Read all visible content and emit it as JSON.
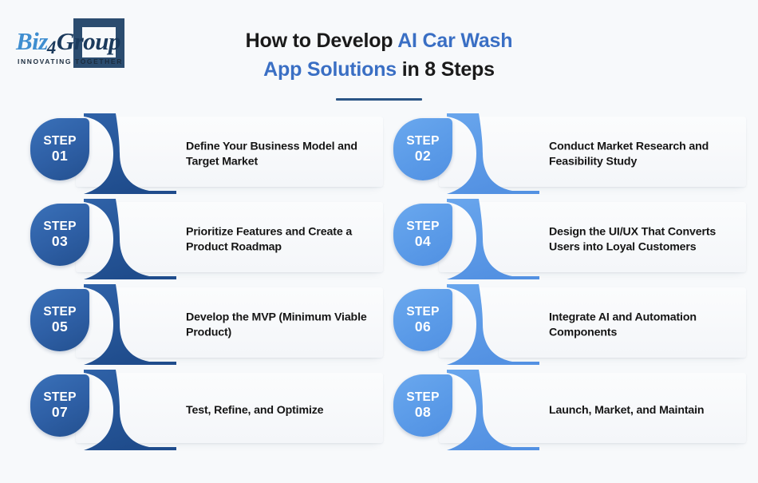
{
  "brand": {
    "name_part1": "Biz",
    "name_digit": "4",
    "name_part2": "Group",
    "tagline": "INNOVATING TOGETHER"
  },
  "header": {
    "title_lead": "How to Develop ",
    "title_highlight_1": "AI Car Wash",
    "title_highlight_2": "App Solutions",
    "title_tail": " in 8 Steps"
  },
  "colors": {
    "page_background": "#f7f9fb",
    "accent_dark_blue": "#2b5586",
    "accent_light_blue": "#5b9be8",
    "title_highlight": "#3a6fc4",
    "logo_navy": "#2b4c6f"
  },
  "steps": [
    {
      "label": "STEP",
      "number": "01",
      "text": "Define Your Business Model and Target Market",
      "tone": "dark"
    },
    {
      "label": "STEP",
      "number": "02",
      "text": "Conduct Market Research and Feasibility Study",
      "tone": "light"
    },
    {
      "label": "STEP",
      "number": "03",
      "text": "Prioritize Features and Create a Product Roadmap",
      "tone": "dark"
    },
    {
      "label": "STEP",
      "number": "04",
      "text": "Design the UI/UX That Converts Users into Loyal Customers",
      "tone": "light"
    },
    {
      "label": "STEP",
      "number": "05",
      "text": "Develop the MVP (Minimum Viable Product)",
      "tone": "dark"
    },
    {
      "label": "STEP",
      "number": "06",
      "text": "Integrate AI and Automation Components",
      "tone": "light"
    },
    {
      "label": "STEP",
      "number": "07",
      "text": "Test, Refine, and Optimize",
      "tone": "dark"
    },
    {
      "label": "STEP",
      "number": "08",
      "text": "Launch, Market, and Maintain",
      "tone": "light"
    }
  ]
}
